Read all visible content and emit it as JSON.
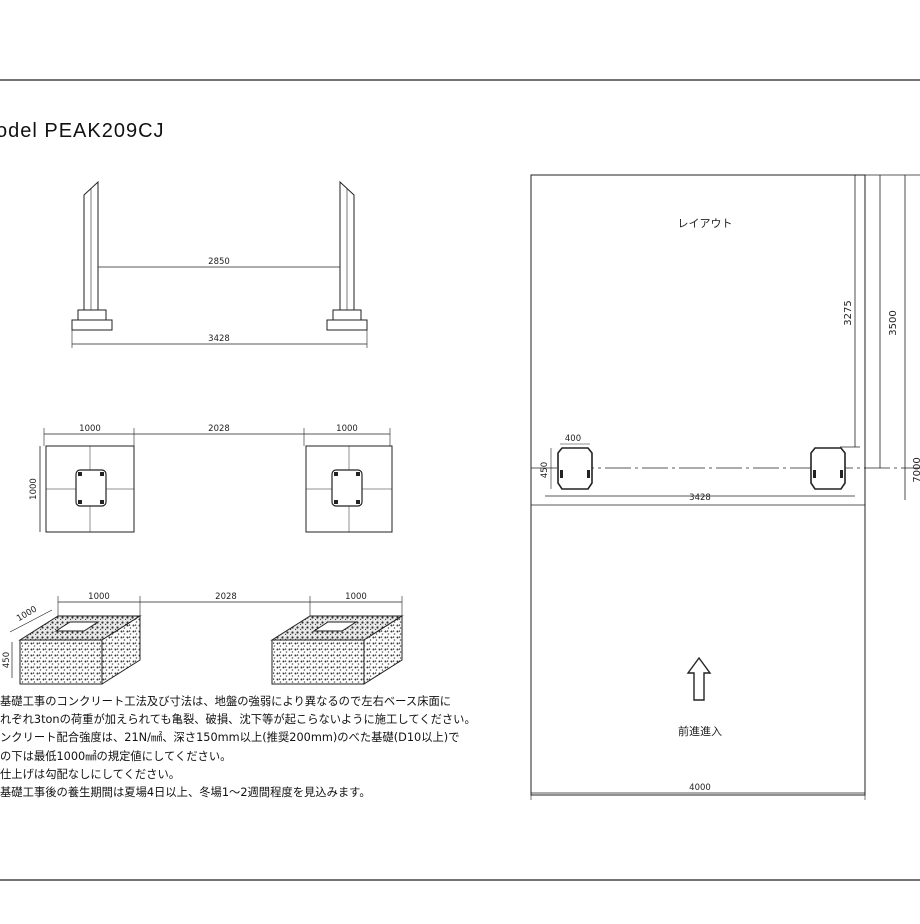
{
  "title": "odel  PEAK209CJ",
  "elevation": {
    "inner_dim": "2850",
    "outer_dim": "3428"
  },
  "plan": {
    "left_width": "1000",
    "center_gap": "2028",
    "right_width": "1000",
    "depth": "1000"
  },
  "iso": {
    "left_width": "1000",
    "center_gap": "2028",
    "right_width": "1000",
    "side_depth": "1000",
    "height": "450"
  },
  "layout": {
    "label": "レイアウト",
    "dim_3275": "3275",
    "dim_3500": "3500",
    "dim_7000": "7000",
    "dim_400": "400",
    "dim_450": "450",
    "dim_3428": "3428",
    "dim_4000": "4000",
    "entry_label": "前進進入",
    "arrow_icon": "up-arrow-icon"
  },
  "notes": [
    "基礎工事のコンクリート工法及び寸法は、地盤の強弱により異なるので左右ベース床面に",
    "れぞれ3tonの荷重が加えられても亀裂、破損、沈下等が起こらないように施工してください。",
    "ンクリート配合強度は、21N/㎟、深さ150mm以上(推奨200mm)のべた基礎(D10以上)で",
    "の下は最低1000㎟の規定値にしてください。",
    "仕上げは勾配なしにしてください。",
    "基礎工事後の養生期間は夏場4日以上、冬場1〜2週間程度を見込みます。"
  ]
}
